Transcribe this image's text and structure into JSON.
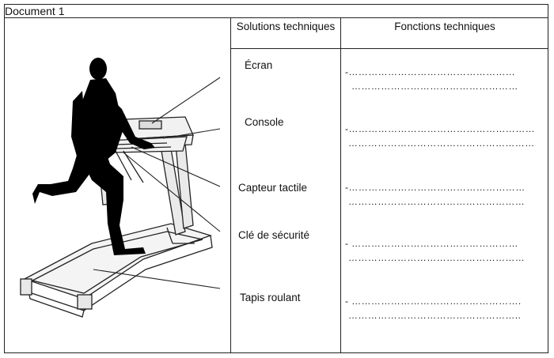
{
  "document": {
    "title": "Document 1"
  },
  "table": {
    "headers": {
      "solutions": "Solutions techniques",
      "fonctions": "Fonctions techniques"
    },
    "rows": [
      {
        "solution": "Écran",
        "line1": "-……………………………………………",
        "line2": "……………………………………………"
      },
      {
        "solution": "Console",
        "line1": "-…………………………………………………",
        "line2": "…………………………………………………"
      },
      {
        "solution": "Capteur tactile",
        "line1": "-………………………………………………",
        "line2": "………………………………………………"
      },
      {
        "solution": "Clé de sécurité",
        "line1": "- ……………………………………………",
        "line2": "………………………………………………"
      },
      {
        "solution": "Tapis roulant",
        "line1": "- …………………………………………….",
        "line2": "…………………………………………….."
      }
    ]
  }
}
